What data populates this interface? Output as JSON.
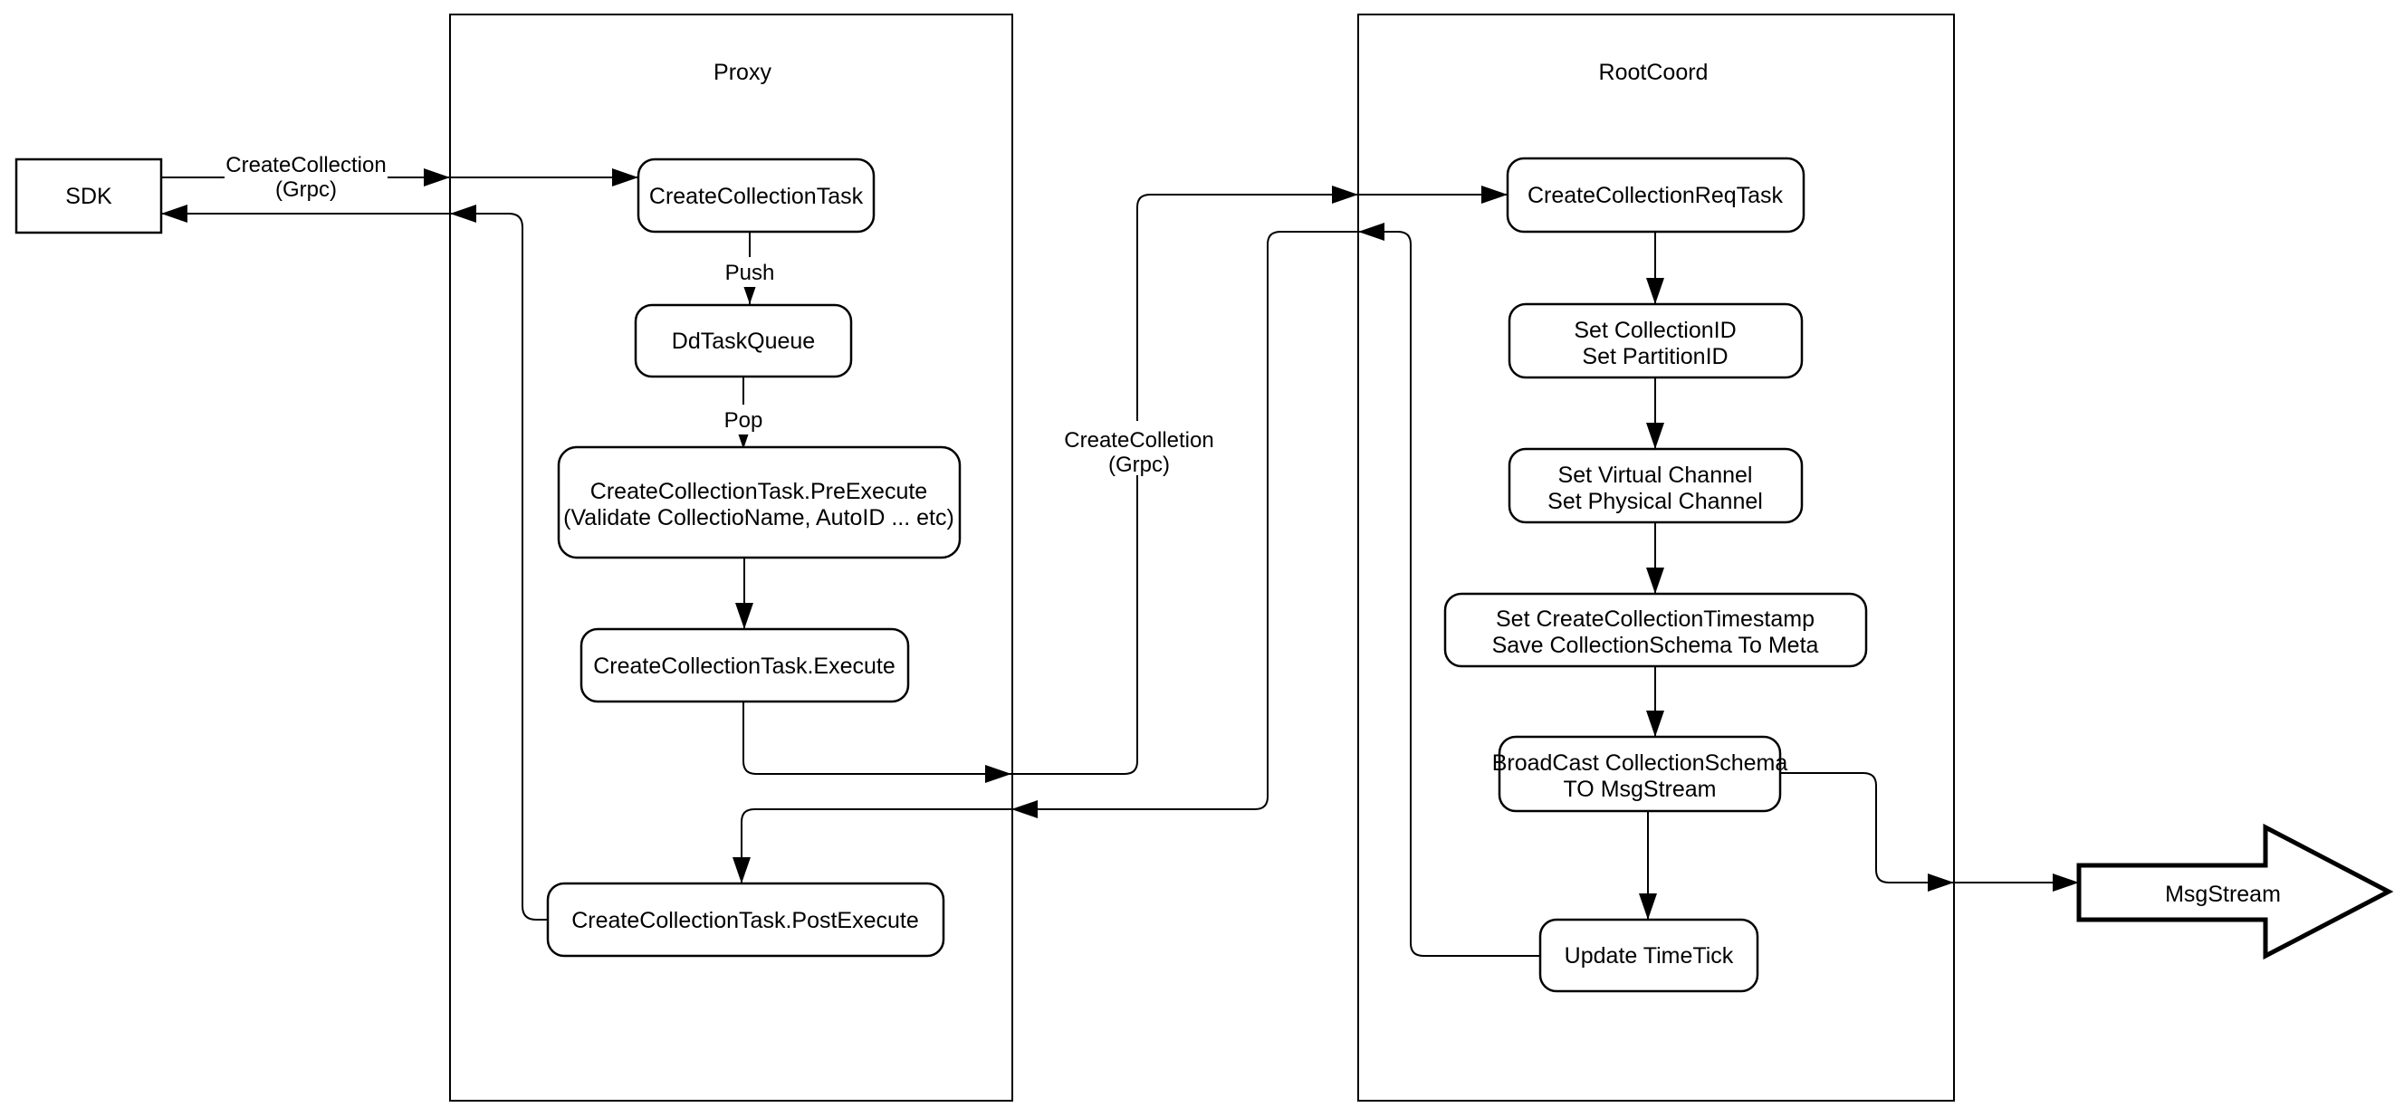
{
  "diagram": {
    "sdk": {
      "label": "SDK"
    },
    "containers": {
      "proxy": {
        "title": "Proxy"
      },
      "rootcoord": {
        "title": "RootCoord"
      }
    },
    "proxy_nodes": {
      "create_collection_task": {
        "label": "CreateCollectionTask"
      },
      "dd_task_queue": {
        "label": "DdTaskQueue"
      },
      "pre_execute": {
        "line1": "CreateCollectionTask.PreExecute",
        "line2": "(Validate CollectioName, AutoID ... etc)"
      },
      "execute": {
        "label": "CreateCollectionTask.Execute"
      },
      "post_execute": {
        "label": "CreateCollectionTask.PostExecute"
      }
    },
    "rootcoord_nodes": {
      "req_task": {
        "label": "CreateCollectionReqTask"
      },
      "set_ids": {
        "line1": "Set CollectionID",
        "line2": "Set PartitionID"
      },
      "set_channels": {
        "line1": "Set Virtual Channel",
        "line2": "Set Physical Channel"
      },
      "set_timestamp": {
        "line1": "Set CreateCollectionTimestamp",
        "line2": "Save CollectionSchema To Meta"
      },
      "broadcast": {
        "line1": "BroadCast CollectionSchema",
        "line2": "TO MsgStream"
      },
      "update_timetick": {
        "label": "Update TimeTick"
      }
    },
    "edge_labels": {
      "grpc_left": {
        "line1": "CreateCollection",
        "line2": "(Grpc)"
      },
      "grpc_mid": {
        "line1": "CreateColletion",
        "line2": "(Grpc)"
      },
      "push": "Push",
      "pop": "Pop"
    },
    "msgstream": {
      "label": "MsgStream"
    },
    "colors": {
      "stroke": "#000000",
      "background": "#ffffff"
    }
  }
}
